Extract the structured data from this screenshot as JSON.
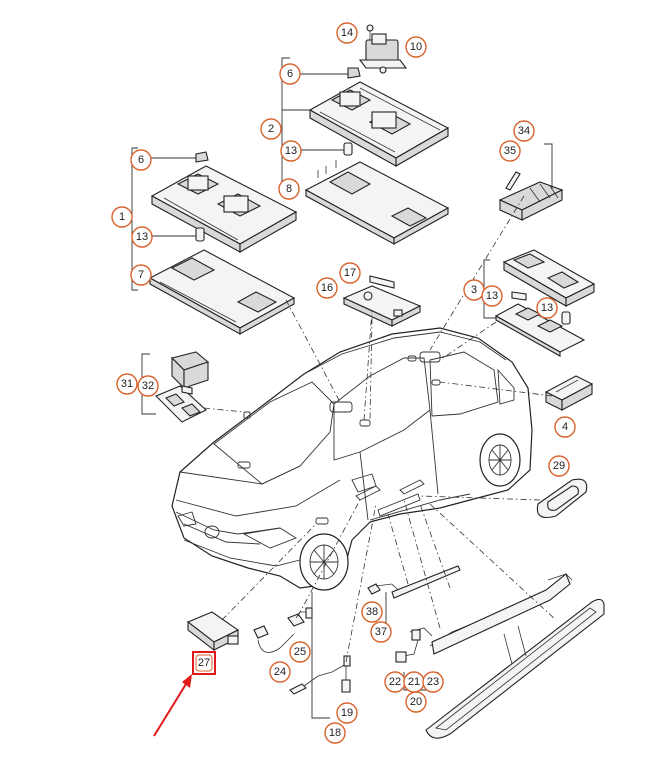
{
  "diagram": {
    "callouts": [
      {
        "id": "c14",
        "label": "14"
      },
      {
        "id": "c10",
        "label": "10"
      },
      {
        "id": "c6a",
        "label": "6"
      },
      {
        "id": "c2",
        "label": "2"
      },
      {
        "id": "c13a",
        "label": "13"
      },
      {
        "id": "c8",
        "label": "8"
      },
      {
        "id": "c6b",
        "label": "6"
      },
      {
        "id": "c1",
        "label": "1"
      },
      {
        "id": "c13b",
        "label": "13"
      },
      {
        "id": "c7",
        "label": "7"
      },
      {
        "id": "c34",
        "label": "34"
      },
      {
        "id": "c35",
        "label": "35"
      },
      {
        "id": "c17",
        "label": "17"
      },
      {
        "id": "c16",
        "label": "16"
      },
      {
        "id": "c3",
        "label": "3"
      },
      {
        "id": "c13c",
        "label": "13"
      },
      {
        "id": "c13d",
        "label": "13"
      },
      {
        "id": "c31",
        "label": "31"
      },
      {
        "id": "c32",
        "label": "32"
      },
      {
        "id": "c4",
        "label": "4"
      },
      {
        "id": "c29",
        "label": "29"
      },
      {
        "id": "c38",
        "label": "38"
      },
      {
        "id": "c37",
        "label": "37"
      },
      {
        "id": "c25",
        "label": "25"
      },
      {
        "id": "c24",
        "label": "24"
      },
      {
        "id": "c22",
        "label": "22"
      },
      {
        "id": "c21",
        "label": "21"
      },
      {
        "id": "c23",
        "label": "23"
      },
      {
        "id": "c20",
        "label": "20"
      },
      {
        "id": "c19",
        "label": "19"
      },
      {
        "id": "c18",
        "label": "18"
      }
    ],
    "highlighted": {
      "label": "27"
    },
    "colors": {
      "callout_ring": "#d9622b",
      "highlight": "#e01919",
      "line": "#222222"
    }
  }
}
